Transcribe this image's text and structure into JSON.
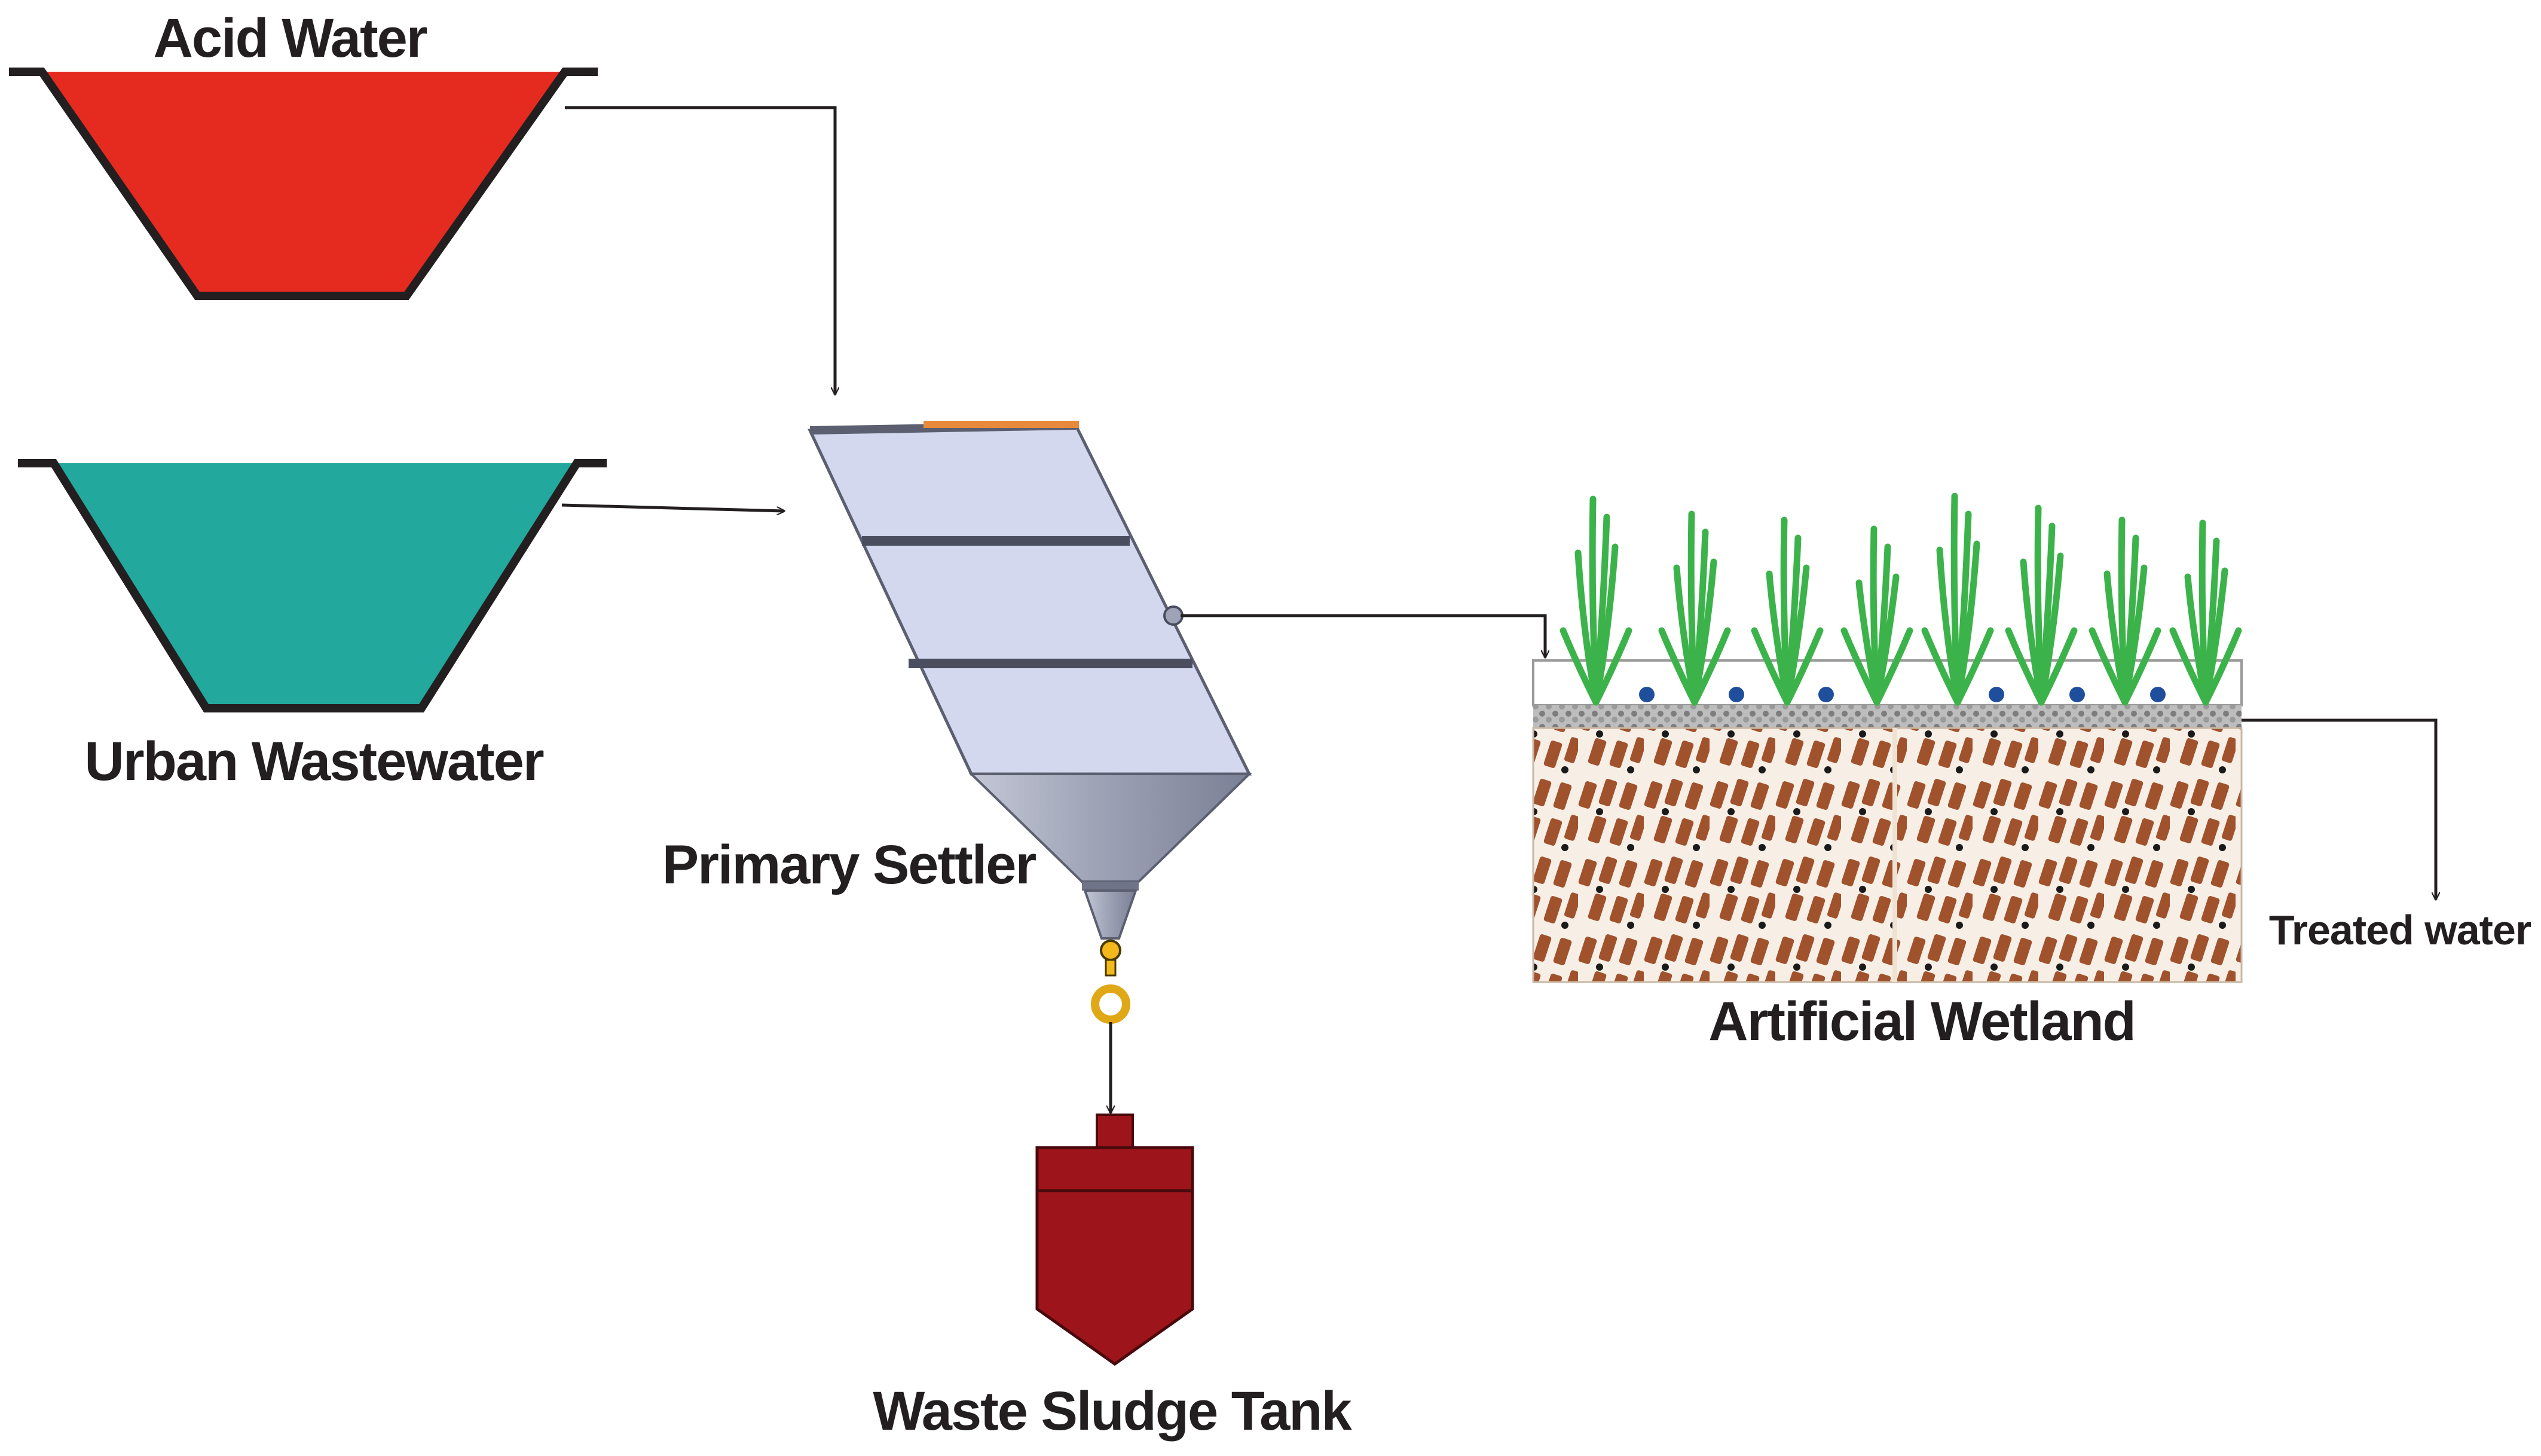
{
  "labels": {
    "acid_water": "Acid Water",
    "urban_wastewater": "Urban Wastewater",
    "primary_settler": "Primary Settler",
    "artificial_wetland": "Artificial Wetland",
    "treated_water": "Treated water",
    "waste_sludge_tank": "Waste Sludge Tank"
  },
  "colors": {
    "acid_water": "#e52b20",
    "urban_wastewater": "#22a89d",
    "settler_body": "#d3d8ef",
    "settler_cone": "#9ea3b6",
    "sludge_tank": "#9e141b",
    "plants": "#3cb34a",
    "soil": "#a0522d",
    "gravel": "#8d8d8d",
    "water_drops": "#1f4e9c"
  }
}
